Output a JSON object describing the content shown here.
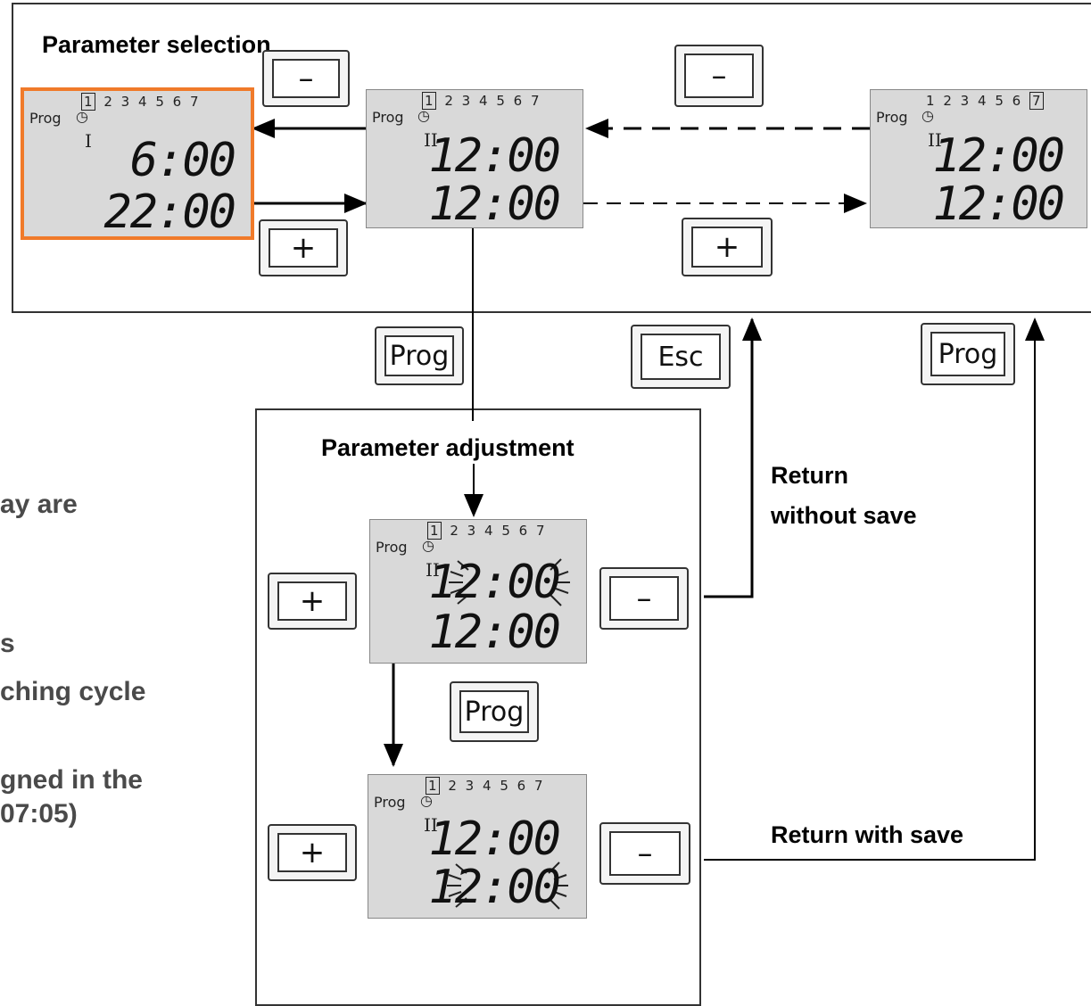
{
  "labels": {
    "parameter_selection": "Parameter selection",
    "parameter_adjustment": "Parameter adjustment",
    "return_without_save_1": "Return",
    "return_without_save_2": "without save",
    "return_with_save": "Return with save"
  },
  "side_text": [
    "ay are",
    "s",
    "ching cycle",
    "gned in the",
    "07:05)"
  ],
  "keys": {
    "minus": "–",
    "plus": "+",
    "prog": "Prog",
    "esc": "Esc"
  },
  "lcd": {
    "days": [
      "1",
      "2",
      "3",
      "4",
      "5",
      "6",
      "7"
    ],
    "prog": "Prog",
    "clock": "◷",
    "display1": {
      "selected_day": "1",
      "cycle": "I",
      "time1": "6:00",
      "time2": "22:00"
    },
    "display2": {
      "selected_day": "1",
      "cycle": "II",
      "time1": "12:00",
      "time2": "12:00"
    },
    "display3": {
      "selected_day": "7",
      "cycle": "II",
      "time1": "12:00",
      "time2": "12:00"
    },
    "display4": {
      "selected_day": "1",
      "cycle": "II",
      "time1": "12:00",
      "time2": "12:00",
      "blinking": "time1"
    },
    "display5": {
      "selected_day": "1",
      "cycle": "II",
      "time1": "12:00",
      "time2": "12:00",
      "blinking": "time2"
    }
  },
  "colors": {
    "highlight": "#f07a2a",
    "lcd_background": "#d9d9d9"
  }
}
